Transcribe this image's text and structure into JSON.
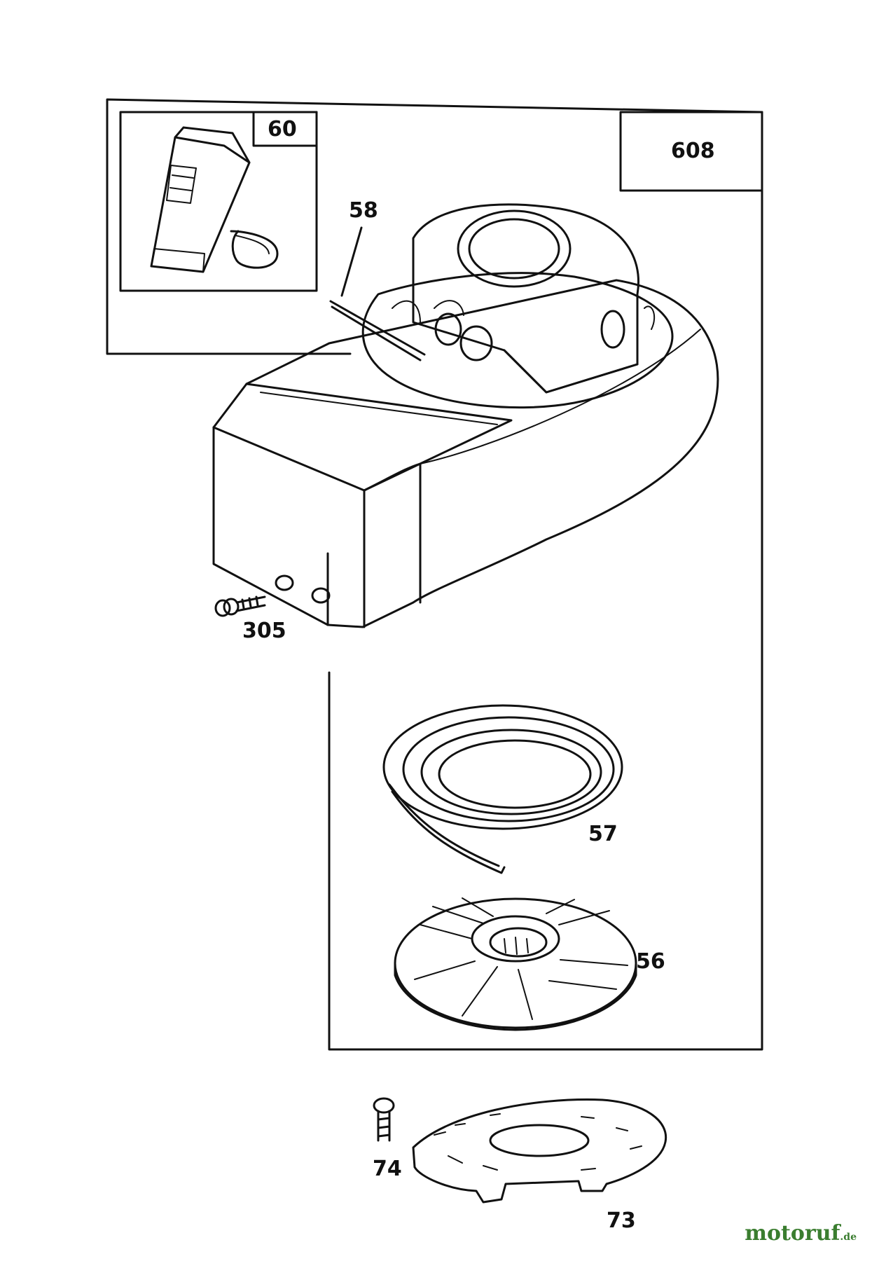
{
  "labels": {
    "inset_box": "60",
    "kit_box": "608",
    "fuel_line": "58",
    "screw": "305",
    "rope": "57",
    "pulley": "56",
    "screw_bottom": "74",
    "plate": "73"
  },
  "watermark": {
    "brand": "motoruf",
    "suffix": ".de"
  }
}
